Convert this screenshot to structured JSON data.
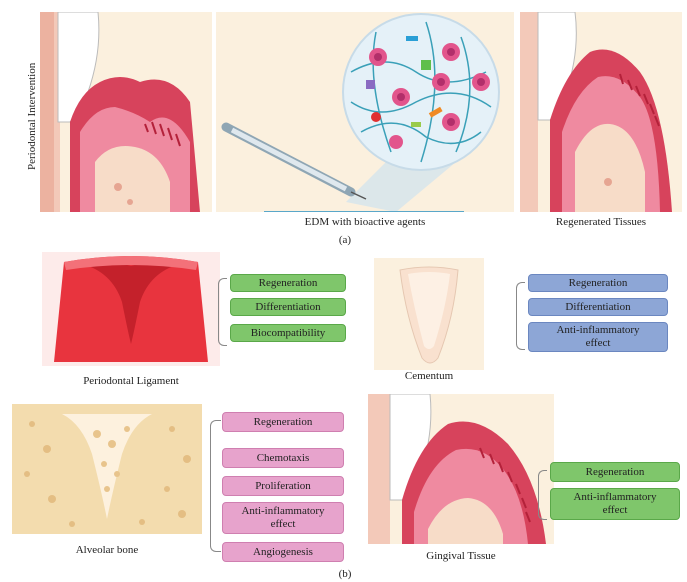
{
  "section_a": {
    "side_label": "Periodontal Intervention",
    "middle_caption": "EDM with bioactive agents",
    "right_caption": "Regenerated Tissues",
    "label": "(a)"
  },
  "section_b": {
    "label": "(b)",
    "periodontal_ligament": {
      "caption": "Periodontal Ligament",
      "effects": [
        "Regeneration",
        "Differentiation",
        "Biocompatibility"
      ],
      "color": "#7fc66b"
    },
    "cementum": {
      "caption": "Cementum",
      "effects": [
        "Regeneration",
        "Differentiation",
        "Anti-inflammatory effect"
      ],
      "color": "#8da6d6"
    },
    "alveolar_bone": {
      "caption": "Alveolar bone",
      "effects": [
        "Regeneration",
        "Chemotaxis",
        "Proliferation",
        "Anti-inflammatory effect",
        "Angiogenesis"
      ],
      "color": "#e7a3cc"
    },
    "gingival_tissue": {
      "caption": "Gingival Tissue",
      "effects": [
        "Regeneration",
        "Anti-inflammatory effect"
      ],
      "color": "#7fc66b"
    }
  }
}
